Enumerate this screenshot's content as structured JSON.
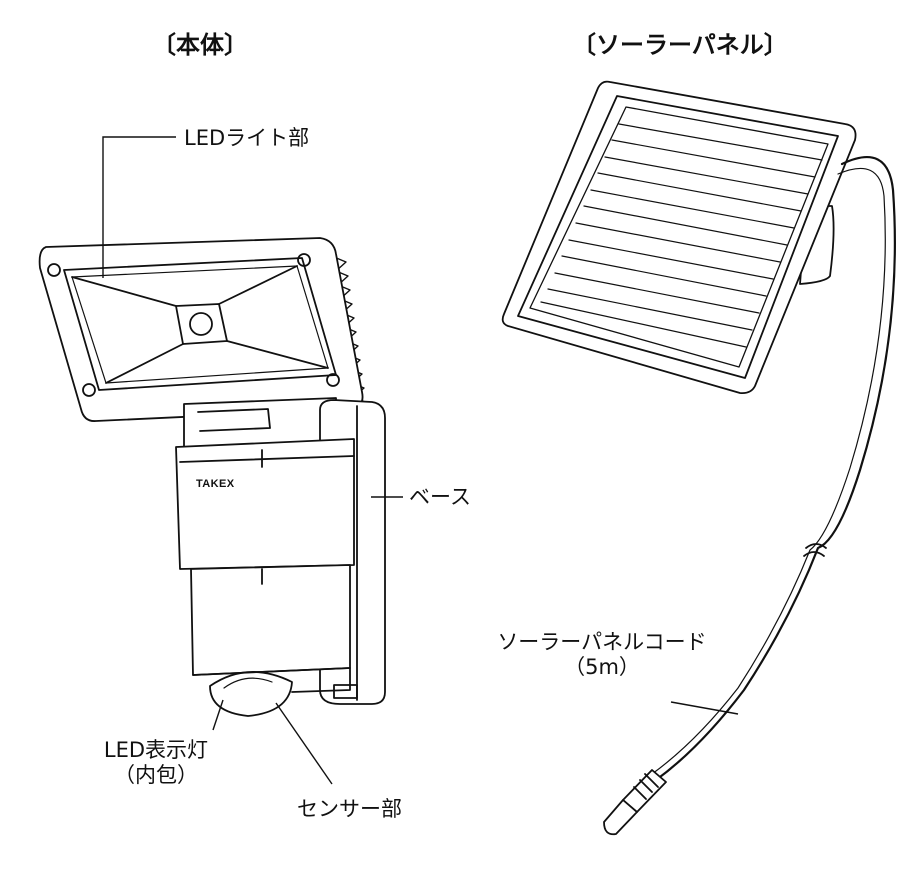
{
  "headings": {
    "main_unit": "〔本体〕",
    "solar_panel": "〔ソーラーパネル〕"
  },
  "labels": {
    "led_light": "LEDライト部",
    "base": "ベース",
    "led_indicator": "LED表示灯",
    "led_indicator_note": "（内包）",
    "sensor": "センサー部",
    "solar_cord": "ソーラーパネルコード",
    "solar_cord_length": "（5m）"
  },
  "brand": "TAKEX",
  "colors": {
    "line": "#111111",
    "background": "#ffffff",
    "fill": "#ffffff"
  }
}
